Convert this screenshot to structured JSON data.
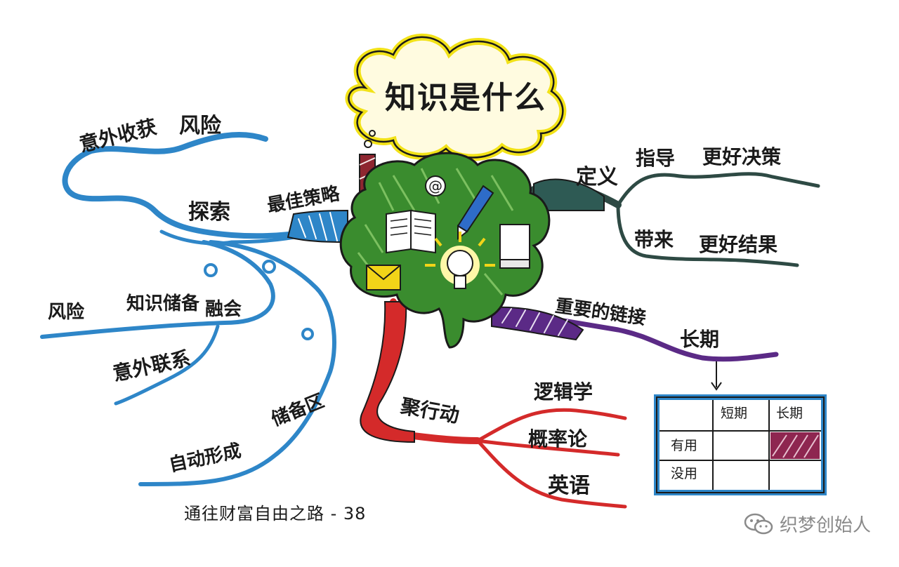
{
  "title": "知识是什么",
  "branches": {
    "top_left": {
      "end": "意外收获",
      "tail": "风险"
    },
    "left_main": {
      "label": "探索",
      "connector": "最佳策略"
    },
    "left_lower": {
      "a": "风险",
      "b": "知识储备",
      "c": "融会",
      "d": "意外联系",
      "e": "自动形成",
      "f": "储备区"
    },
    "right_top": {
      "label": "定义",
      "a": "指导",
      "a_tail": "更好决策",
      "b": "带来",
      "b_tail": "更好结果"
    },
    "right_purple": {
      "label": "重要的链接",
      "tail": "长期"
    },
    "bottom_red": {
      "label": "聚行动",
      "a": "逻辑学",
      "b": "概率论",
      "c": "英语"
    }
  },
  "table": {
    "headers": [
      "",
      "短期",
      "长期"
    ],
    "rows": [
      {
        "label": "有用",
        "cells": [
          "",
          "highlight"
        ]
      },
      {
        "label": "没用",
        "cells": [
          "",
          ""
        ]
      }
    ]
  },
  "caption": "通往财富自由之路 - 38",
  "watermark": "织梦创始人",
  "icons": [
    "at-sign-icon",
    "pen-icon",
    "open-book-icon",
    "closed-book-icon",
    "envelope-icon",
    "lightbulb-icon"
  ],
  "colors": {
    "blue_branch": "#2e86c8",
    "green_tree": "#3a8c2e",
    "dark_teal": "#2e4a44",
    "purple": "#5b2a86",
    "red": "#d42a2a",
    "yellow_cloud": "#f2e218",
    "table_blue": "#2e86c8",
    "table_highlight": "#8e2650"
  }
}
